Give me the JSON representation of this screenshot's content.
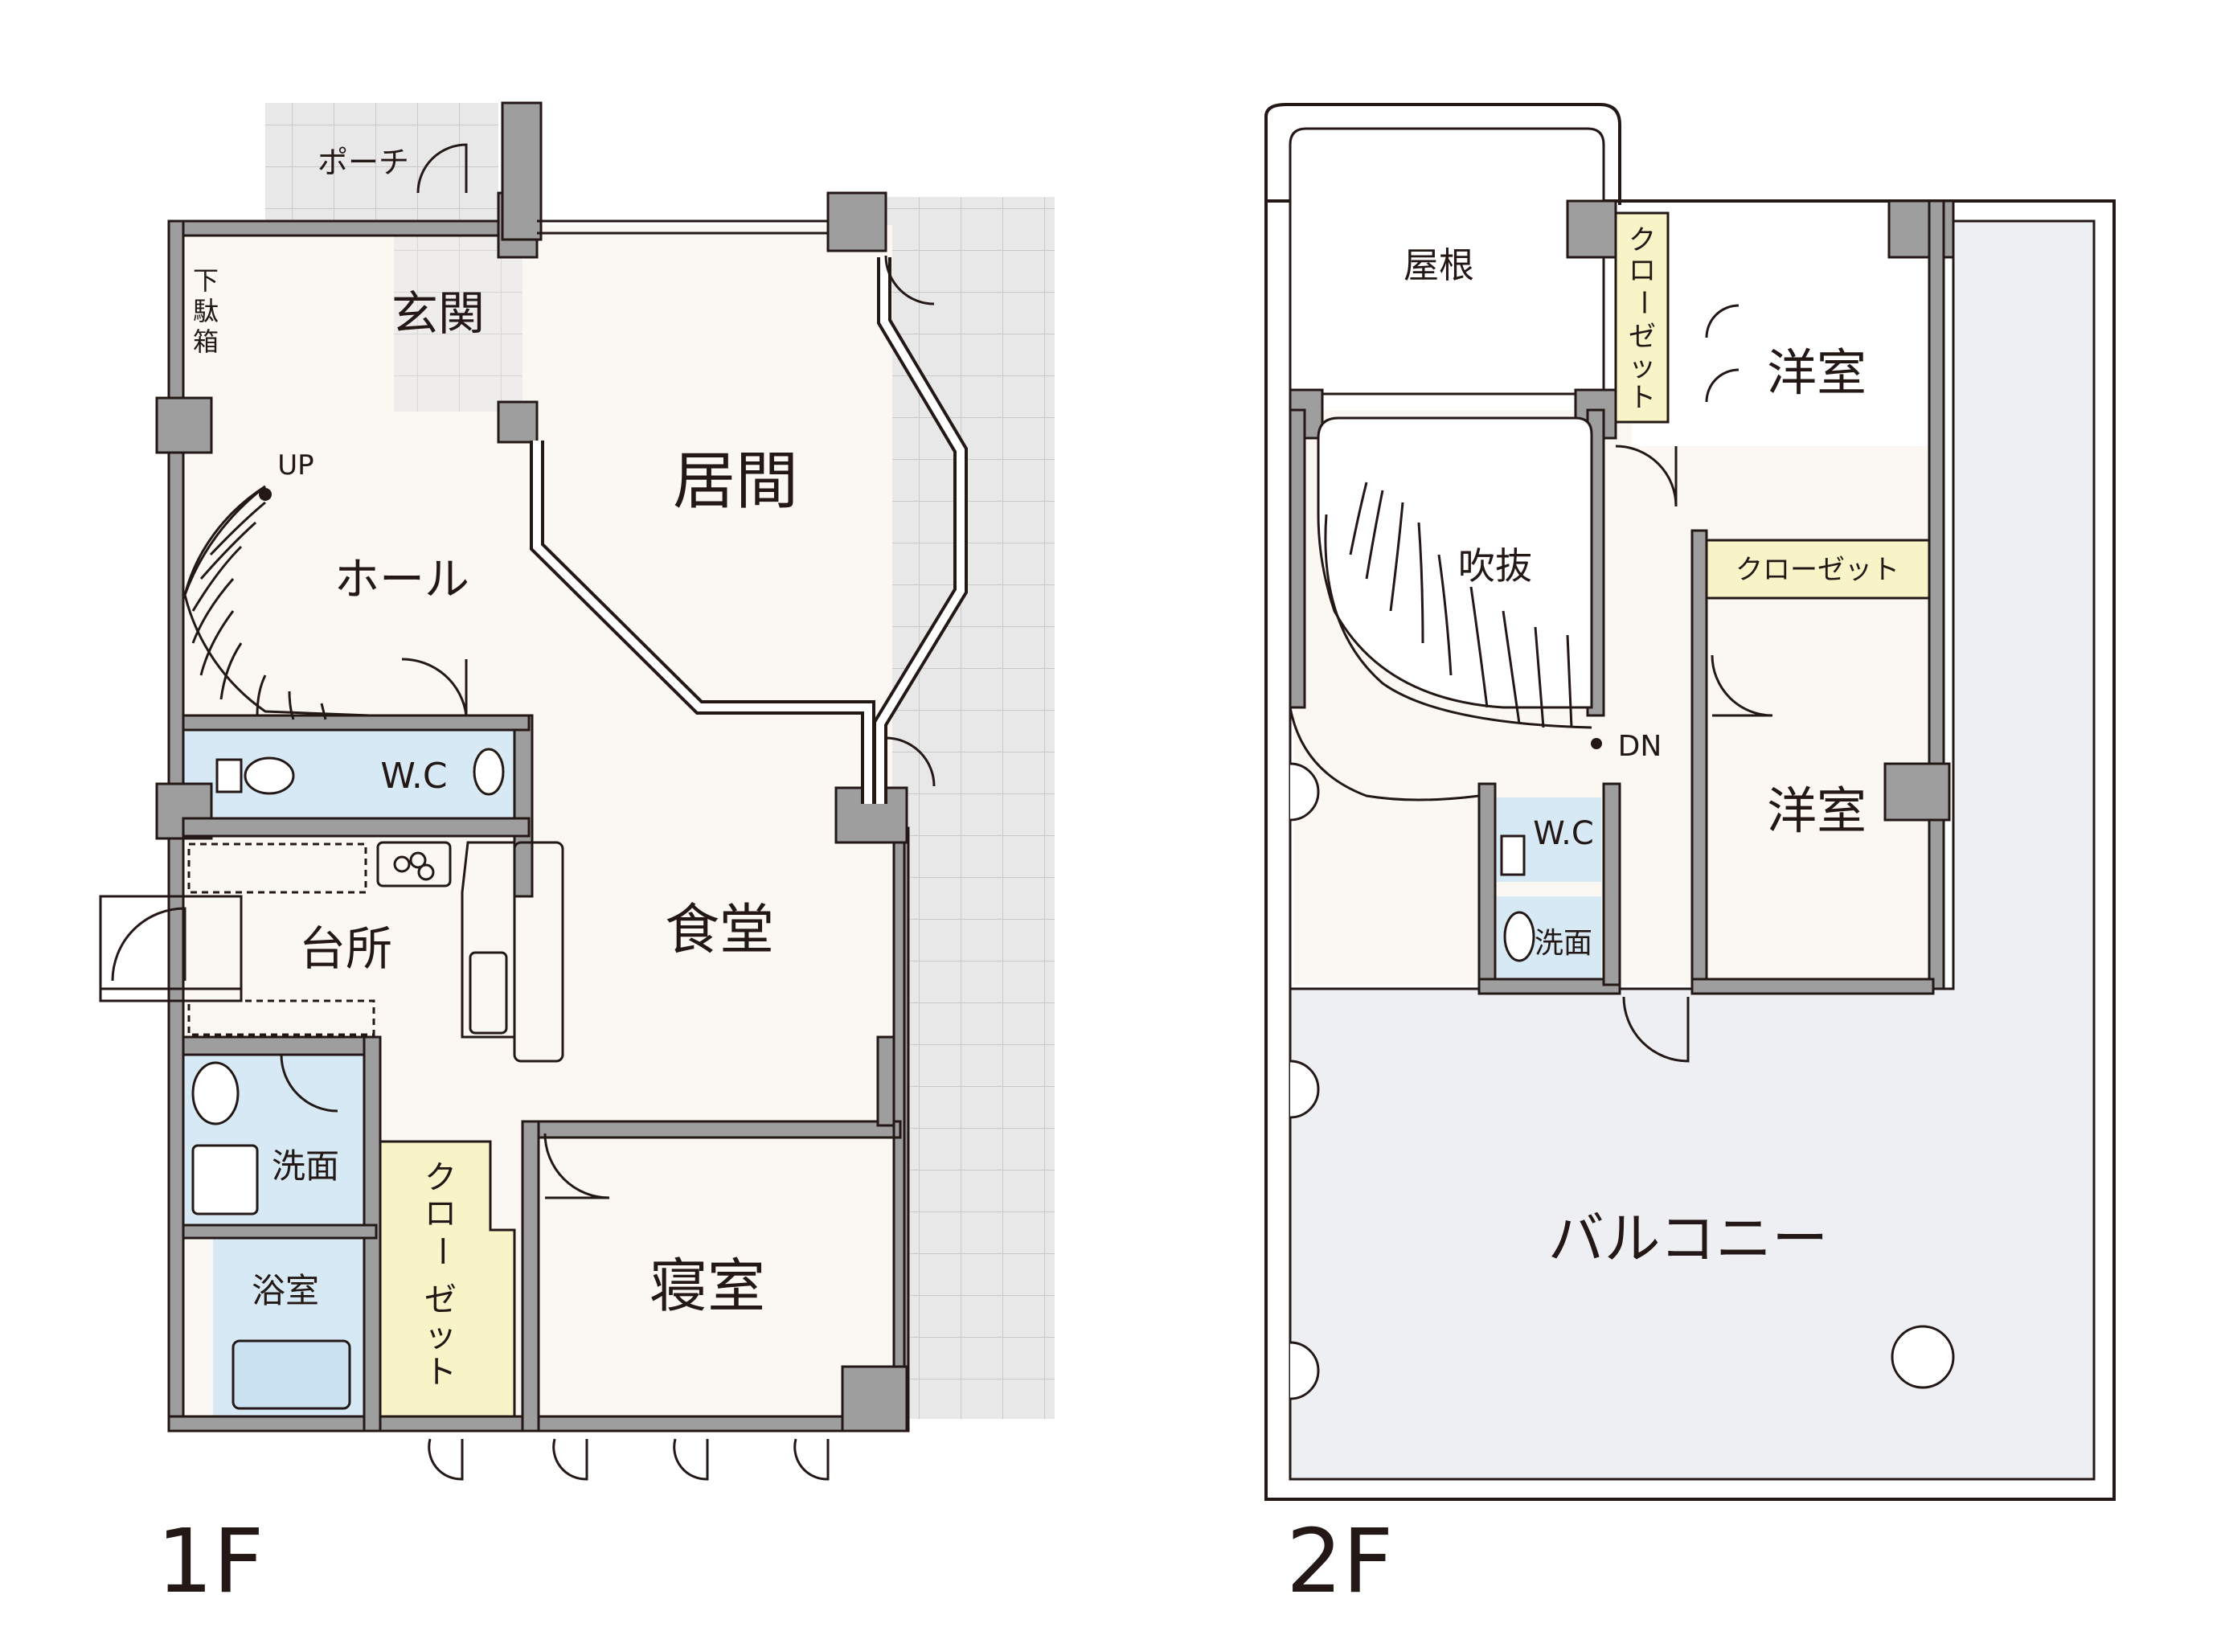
{
  "floors": {
    "first": {
      "label": "1F",
      "rooms": {
        "porch": "ポーチ",
        "entrance": "玄関",
        "shoe_box_1": "下",
        "shoe_box_2": "駄",
        "shoe_box_3": "箱",
        "living": "居間",
        "hall": "ホール",
        "stairs_up": "UP",
        "toilet": "W.C",
        "kitchen": "台所",
        "dining": "食堂",
        "washroom": "洗面",
        "bathroom": "浴室",
        "closet_chars": [
          "ク",
          "ロ",
          "ー",
          "ゼ",
          "ッ",
          "ト"
        ],
        "bedroom": "寝室"
      }
    },
    "second": {
      "label": "2F",
      "rooms": {
        "roof": "屋根",
        "closet_chars": [
          "ク",
          "ロ",
          "ー",
          "ゼ",
          "ッ",
          "ト"
        ],
        "western_room_1": "洋室",
        "atrium": "吹抜",
        "closet_horizontal": "クローゼット",
        "western_room_2": "洋室",
        "stairs_down": "DN",
        "toilet": "W.C",
        "washroom": "洗面",
        "balcony": "バルコニー"
      }
    }
  },
  "colors": {
    "wall": "#9e9e9f",
    "wall_stroke": "#231815",
    "floor": "#fbf8f3",
    "wet_area": "#d6e9f5",
    "closet": "#f8f4c8",
    "porch_tile": "#e8e8e8",
    "balcony": "#eeeff2",
    "line": "#231815"
  }
}
